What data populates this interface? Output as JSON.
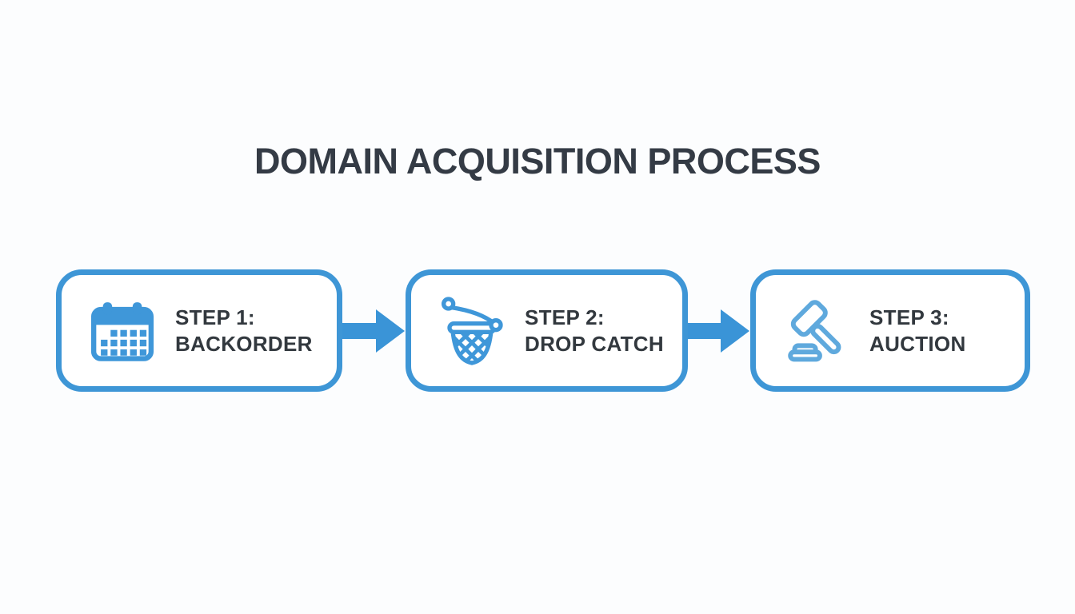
{
  "page": {
    "background": "#fcfdfe",
    "text_dark": "#343b45",
    "accent_blue": "#3e96d6",
    "arrow_blue": "#3a94d7",
    "icon_blue": "#3f97d9",
    "gavel_blue": "#5fa9dd"
  },
  "title": "DOMAIN ACQUISITION PROCESS",
  "steps": [
    {
      "step_label": "STEP 1:",
      "name": "BACKORDER",
      "icon": "calendar-icon"
    },
    {
      "step_label": "STEP 2:",
      "name": "DROP CATCH",
      "icon": "net-icon"
    },
    {
      "step_label": "STEP 3:",
      "name": "AUCTION",
      "icon": "gavel-icon"
    }
  ],
  "connectors": [
    {
      "icon": "arrow-right-icon"
    },
    {
      "icon": "arrow-right-icon"
    }
  ]
}
